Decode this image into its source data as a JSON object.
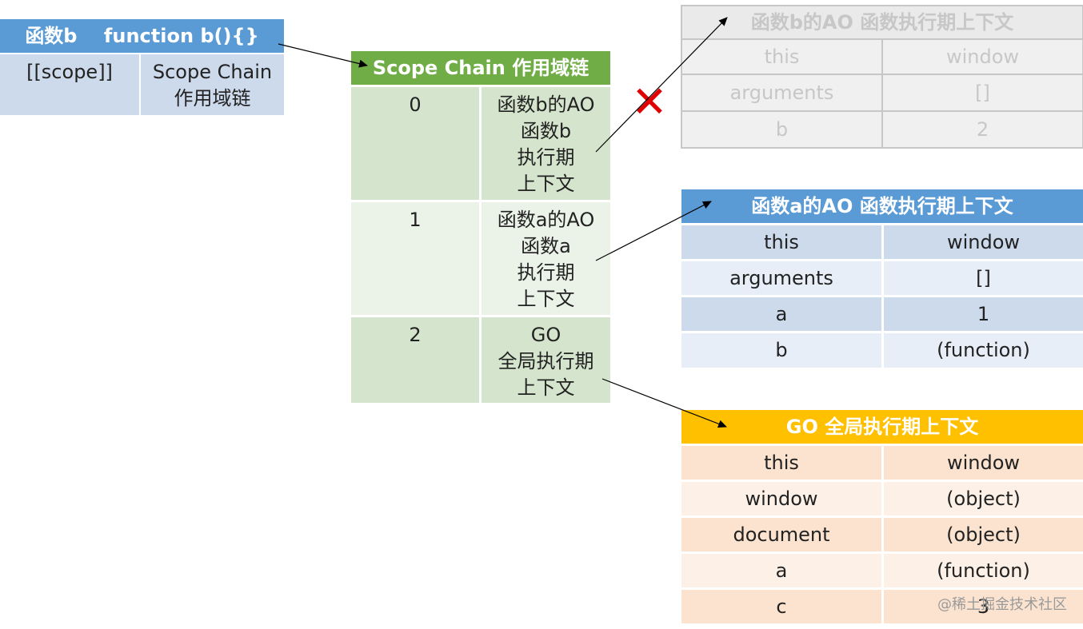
{
  "function_b": {
    "header": "函数b    function b(){}",
    "scope_label": "[[scope]]",
    "scope_value": "Scope Chain\n作用域链"
  },
  "scope_chain": {
    "title": "Scope Chain 作用域链",
    "rows": [
      {
        "index": "0",
        "value": "函数b的AO\n函数b\n执行期\n上下文"
      },
      {
        "index": "1",
        "value": "函数a的AO\n函数a\n执行期\n上下文"
      },
      {
        "index": "2",
        "value": "GO\n全局执行期\n上下文"
      }
    ]
  },
  "ao_b": {
    "title": "函数b的AO 函数执行期上下文",
    "rows": [
      {
        "key": "this",
        "value": "window"
      },
      {
        "key": "arguments",
        "value": "[]"
      },
      {
        "key": "b",
        "value": "2"
      }
    ]
  },
  "ao_a": {
    "title": "函数a的AO 函数执行期上下文",
    "rows": [
      {
        "key": "this",
        "value": "window"
      },
      {
        "key": "arguments",
        "value": "[]"
      },
      {
        "key": "a",
        "value": "1"
      },
      {
        "key": "b",
        "value": "(function)"
      }
    ]
  },
  "go": {
    "title": "GO 全局执行期上下文",
    "rows": [
      {
        "key": "this",
        "value": "window"
      },
      {
        "key": "window",
        "value": "(object)"
      },
      {
        "key": "document",
        "value": "(object)"
      },
      {
        "key": "a",
        "value": "(function)"
      },
      {
        "key": "c",
        "value": "3"
      }
    ]
  },
  "cross_mark": "✕",
  "watermark": "@稀土掘金技术社区",
  "colors": {
    "blue_header": "#5b9bd5",
    "blue_dark": "#ccdaeb",
    "blue_light": "#e8eef7",
    "green_header": "#70ad47",
    "green_dark": "#d5e5cd",
    "green_light": "#ebf2e8",
    "gray_header": "#d9d9d9",
    "gray_cell": "#e4e4e4",
    "orange_header": "#ffc000",
    "orange_dark": "#fbe3cf",
    "orange_light": "#fdf1e7",
    "cross": "#e00000"
  }
}
